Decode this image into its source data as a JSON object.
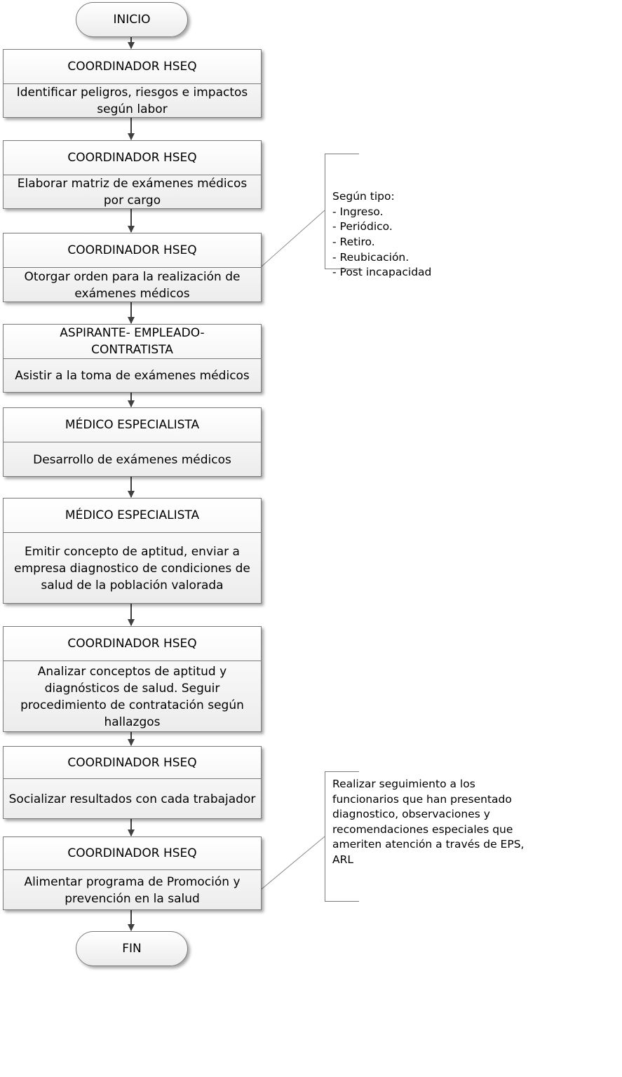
{
  "start_label": "INICIO",
  "end_label": "FIN",
  "steps": [
    {
      "role": "COORDINADOR HSEQ",
      "action": "Identificar peligros, riesgos e impactos  según labor"
    },
    {
      "role": "COORDINADOR HSEQ",
      "action": "Elaborar matriz de exámenes médicos  por cargo"
    },
    {
      "role": "COORDINADOR HSEQ",
      "action": "Otorgar orden para la realización de exámenes médicos"
    },
    {
      "role": "ASPIRANTE- EMPLEADO- CONTRATISTA",
      "action": "Asistir a la toma de exámenes médicos"
    },
    {
      "role": "MÉDICO ESPECIALISTA",
      "action": "Desarrollo de exámenes médicos"
    },
    {
      "role": "MÉDICO ESPECIALISTA",
      "action": "Emitir concepto de aptitud, enviar a empresa diagnostico de condiciones de salud de la población valorada"
    },
    {
      "role": "COORDINADOR HSEQ",
      "action": "Analizar conceptos de aptitud y diagnósticos  de salud. Seguir procedimiento de contratación según hallazgos"
    },
    {
      "role": "COORDINADOR HSEQ",
      "action": "Socializar resultados  con cada trabajador"
    },
    {
      "role": "COORDINADOR HSEQ",
      "action": "Alimentar programa de Promoción y prevención en la salud"
    }
  ],
  "annotations": [
    {
      "text": "Según tipo:\n- Ingreso.\n- Periódico.\n- Retiro.\n- Reubicación.\n- Post incapacidad"
    },
    {
      "text": "Realizar seguimiento a los funcionarios que han presentado diagnostico, observaciones y recomendaciones especiales que ameriten atención a través de EPS, ARL"
    }
  ],
  "colors": {
    "border": "#7a7a7a",
    "arrow": "#404040",
    "fill_top": "#ffffff",
    "fill_bottom": "#ececec"
  }
}
